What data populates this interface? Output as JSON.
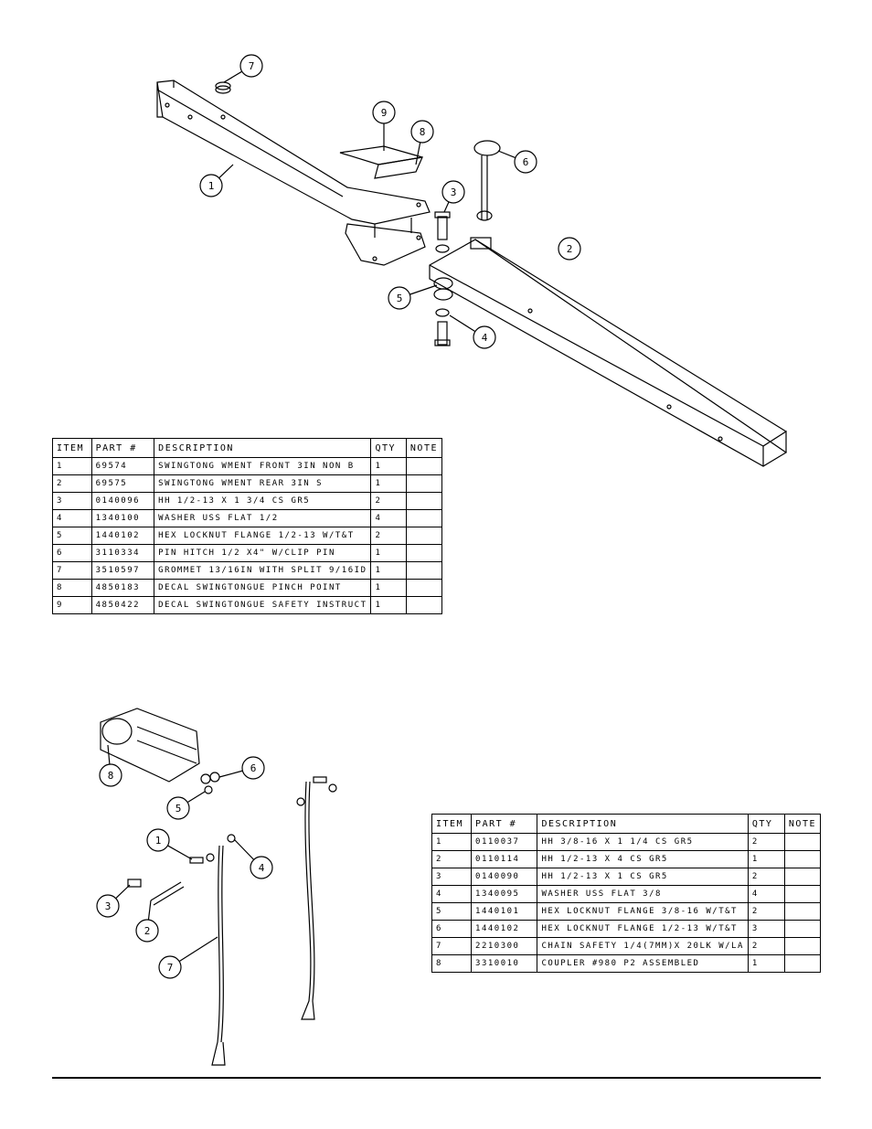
{
  "upper_assembly": {
    "callouts": [
      "7",
      "9",
      "8",
      "6",
      "1",
      "3",
      "2",
      "5",
      "4"
    ],
    "table": {
      "headers": [
        "ITEM",
        "PART #",
        "DESCRIPTION",
        "QTY",
        "NOTE"
      ],
      "rows": [
        [
          "1",
          "69574",
          "SWINGTONG WMENT FRONT 3IN NON B",
          "1",
          ""
        ],
        [
          "2",
          "69575",
          "SWINGTONG WMENT REAR 3IN S",
          "1",
          ""
        ],
        [
          "3",
          "0140096",
          "HH 1/2-13 X 1 3/4 CS GR5",
          "2",
          ""
        ],
        [
          "4",
          "1340100",
          "WASHER USS FLAT 1/2",
          "4",
          ""
        ],
        [
          "5",
          "1440102",
          "HEX LOCKNUT FLANGE 1/2-13 W/T&T",
          "2",
          ""
        ],
        [
          "6",
          "3110334",
          "PIN HITCH 1/2 X4\" W/CLIP PIN",
          "1",
          ""
        ],
        [
          "7",
          "3510597",
          "GROMMET 13/16IN  WITH SPLIT 9/16ID",
          "1",
          ""
        ],
        [
          "8",
          "4850183",
          "DECAL SWINGTONGUE PINCH POINT",
          "1",
          ""
        ],
        [
          "9",
          "4850422",
          "DECAL SWINGTONGUE SAFETY INSTRUCT",
          "1",
          ""
        ]
      ]
    }
  },
  "lower_assembly": {
    "callouts": [
      "8",
      "6",
      "5",
      "1",
      "4",
      "3",
      "2",
      "7"
    ],
    "table": {
      "headers": [
        "ITEM",
        "PART #",
        "DESCRIPTION",
        "QTY",
        "NOTE"
      ],
      "rows": [
        [
          "1",
          "0110037",
          "HH 3/8-16 X 1 1/4 CS GR5",
          "2",
          ""
        ],
        [
          "2",
          "0110114",
          "HH 1/2-13 X 4 CS GR5",
          "1",
          ""
        ],
        [
          "3",
          "0140090",
          "HH 1/2-13 X 1 CS GR5",
          "2",
          ""
        ],
        [
          "4",
          "1340095",
          "WASHER USS FLAT 3/8",
          "4",
          ""
        ],
        [
          "5",
          "1440101",
          "HEX LOCKNUT FLANGE 3/8-16 W/T&T",
          "2",
          ""
        ],
        [
          "6",
          "1440102",
          "HEX LOCKNUT FLANGE 1/2-13 W/T&T",
          "3",
          ""
        ],
        [
          "7",
          "2210300",
          "CHAIN SAFETY 1/4(7MM)X 20LK W/LA",
          "2",
          ""
        ],
        [
          "8",
          "3310010",
          "COUPLER #980 P2 ASSEMBLED",
          "1",
          ""
        ]
      ]
    }
  }
}
